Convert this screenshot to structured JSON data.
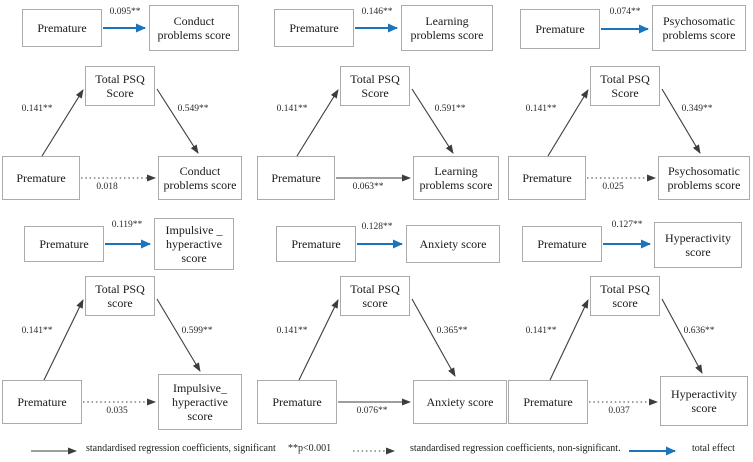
{
  "colors": {
    "total_effect_blue": "#1b75bc",
    "path_arrow_gray": "#3d3d3d",
    "box_border_gray": "#ababab",
    "background": "#ffffff"
  },
  "panels": {
    "simple": [
      {
        "predictor": "Premature",
        "outcome": "Conduct problems score",
        "coef": "0.095**"
      },
      {
        "predictor": "Premature",
        "outcome": "Learning problems score",
        "coef": "0.146**"
      },
      {
        "predictor": "Premature",
        "outcome": "Psychosomatic problems score",
        "coef": "0.074**"
      },
      {
        "predictor": "Premature",
        "outcome": "Impulsive _ hyperactive score",
        "coef": "0.119**"
      },
      {
        "predictor": "Premature",
        "outcome": "Anxiety score",
        "coef": "0.128**"
      },
      {
        "predictor": "Premature",
        "outcome": "Hyperactivity score",
        "coef": "0.127**"
      }
    ],
    "mediation": [
      {
        "predictor": "Premature",
        "mediator": "Total PSQ Score",
        "outcome": "Conduct problems score",
        "a_coef": "0.141**",
        "b_coef": "0.549**",
        "direct_coef": "0.018",
        "direct_significant": false
      },
      {
        "predictor": "Premature",
        "mediator": "Total PSQ Score",
        "outcome": "Learning problems score",
        "a_coef": "0.141**",
        "b_coef": "0.591**",
        "direct_coef": "0.063**",
        "direct_significant": true
      },
      {
        "predictor": "Premature",
        "mediator": "Total PSQ Score",
        "outcome": "Psychosomatic problems score",
        "a_coef": "0.141**",
        "b_coef": "0.349**",
        "direct_coef": "0.025",
        "direct_significant": false
      },
      {
        "predictor": "Premature",
        "mediator": "Total PSQ score",
        "outcome": "Impulsive_ hyperactive score",
        "a_coef": "0.141**",
        "b_coef": "0.599**",
        "direct_coef": "0.035",
        "direct_significant": false
      },
      {
        "predictor": "Premature",
        "mediator": "Total PSQ score",
        "outcome": "Anxiety score",
        "a_coef": "0.141**",
        "b_coef": "0.365**",
        "direct_coef": "0.076**",
        "direct_significant": true
      },
      {
        "predictor": "Premature",
        "mediator": "Total PSQ score",
        "outcome": "Hyperactivity score",
        "a_coef": "0.141**",
        "b_coef": "0.636**",
        "direct_coef": "0.037",
        "direct_significant": false
      }
    ]
  },
  "legend": {
    "significant_label": "standardised regression coefficients, significant",
    "p_note": "**p<0.001",
    "nonsignificant_label": "standardised regression coefficients, non-significant.",
    "total_effect_label": "total effect"
  }
}
